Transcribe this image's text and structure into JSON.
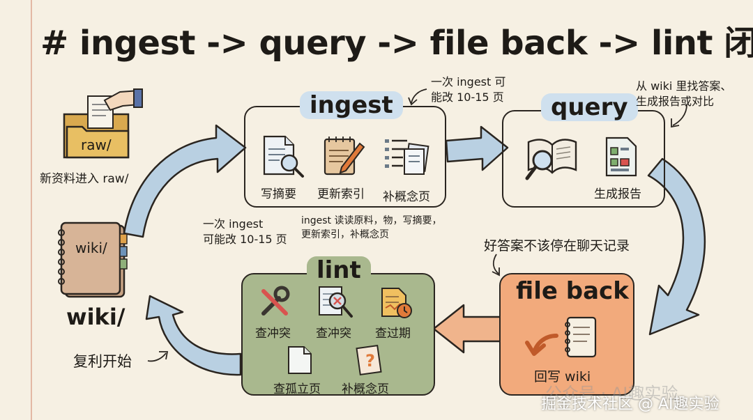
{
  "title": "# ingest -> query -> file back -> lint 闭环",
  "raw": {
    "folder_label": "raw/",
    "caption": "新资料进入 raw/"
  },
  "wiki": {
    "notebook_label": "wiki/",
    "caption": "wiki/",
    "note": "复利开始"
  },
  "ingest": {
    "title": "ingest",
    "items": [
      {
        "label": "写摘要",
        "icon": "doc-search-icon"
      },
      {
        "label": "更新索引",
        "icon": "notepad-pencil-icon"
      },
      {
        "label": "补概念页",
        "icon": "list-docs-icon"
      }
    ],
    "note_top_line1": "一次 ingest 可",
    "note_top_line2": "能改 10-15 页",
    "note_left_line1": "一次 ingest",
    "note_left_line2": "可能改 10-15 页",
    "note_bottom_line1": "ingest 读读原料，物，写摘要，",
    "note_bottom_line2": "更新索引，补概念页"
  },
  "query": {
    "title": "query",
    "items": [
      {
        "label": "",
        "icon": "book-magnifier-icon"
      },
      {
        "label": "生成报告",
        "icon": "report-icon"
      }
    ],
    "note_line1": "从 wiki 里找答案、",
    "note_line2": "生成报告或对比"
  },
  "fileback": {
    "title": "file back",
    "item_label": "回写 wiki",
    "note": "好答案不该停在聊天记录"
  },
  "lint": {
    "title": "lint",
    "items": [
      {
        "label": "查冲突",
        "icon": "tools-icon"
      },
      {
        "label": "查冲突",
        "icon": "doc-magnifier-icon"
      },
      {
        "label": "查过期",
        "icon": "doc-clock-icon"
      },
      {
        "label": "查孤立页",
        "icon": "blank-page-icon"
      },
      {
        "label": "补概念页",
        "icon": "question-page-icon"
      }
    ]
  },
  "watermark_ghost": "公众号 · AI趣实验",
  "watermark": "掘金技术社区 @ AI趣实验",
  "colors": {
    "background": "#f6f0e3",
    "arrow": "#b9d0e2",
    "ingest_title_bg": "#cfe0ee",
    "query_title_bg": "#cfe0ee",
    "lint_box": "#a9b88e",
    "fileback_box": "#f2aa7c",
    "fileback_arrow": "#f0b48c"
  }
}
